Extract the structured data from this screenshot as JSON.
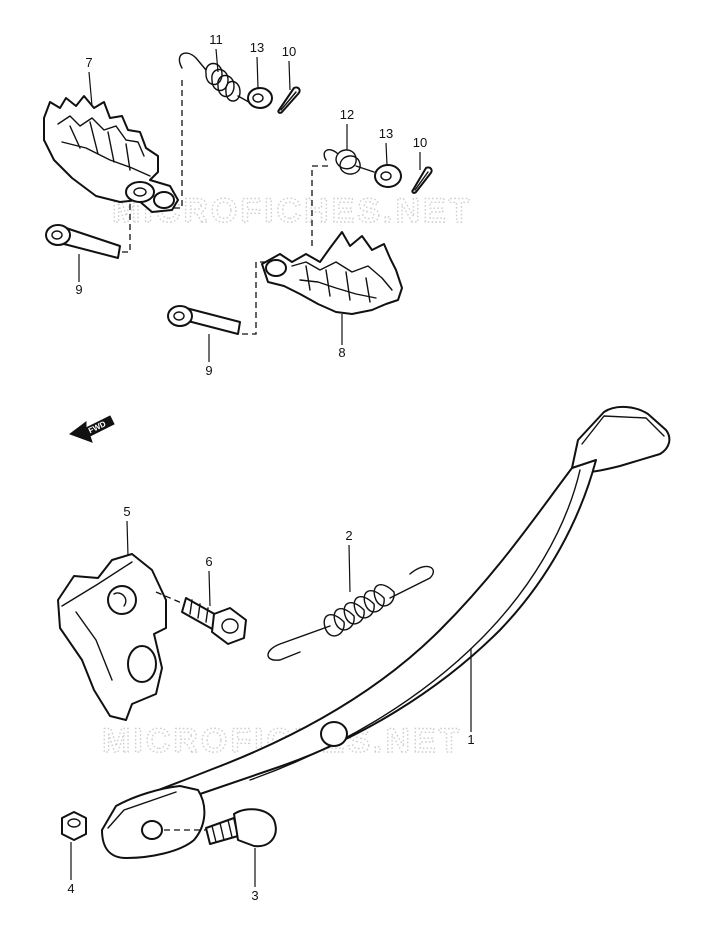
{
  "watermark": "MICROFICHES.NET",
  "fwd_arrow_label": "FWD",
  "callouts": {
    "p1": "1",
    "p2": "2",
    "p3": "3",
    "p4": "4",
    "p5": "5",
    "p6": "6",
    "p7": "7",
    "p8": "8",
    "p9a": "9",
    "p9b": "9",
    "p10a": "10",
    "p10b": "10",
    "p11": "11",
    "p12": "12",
    "p13a": "13",
    "p13b": "13"
  },
  "colors": {
    "line": "#111111",
    "watermark": "#cfcfcf",
    "background": "#ffffff"
  }
}
